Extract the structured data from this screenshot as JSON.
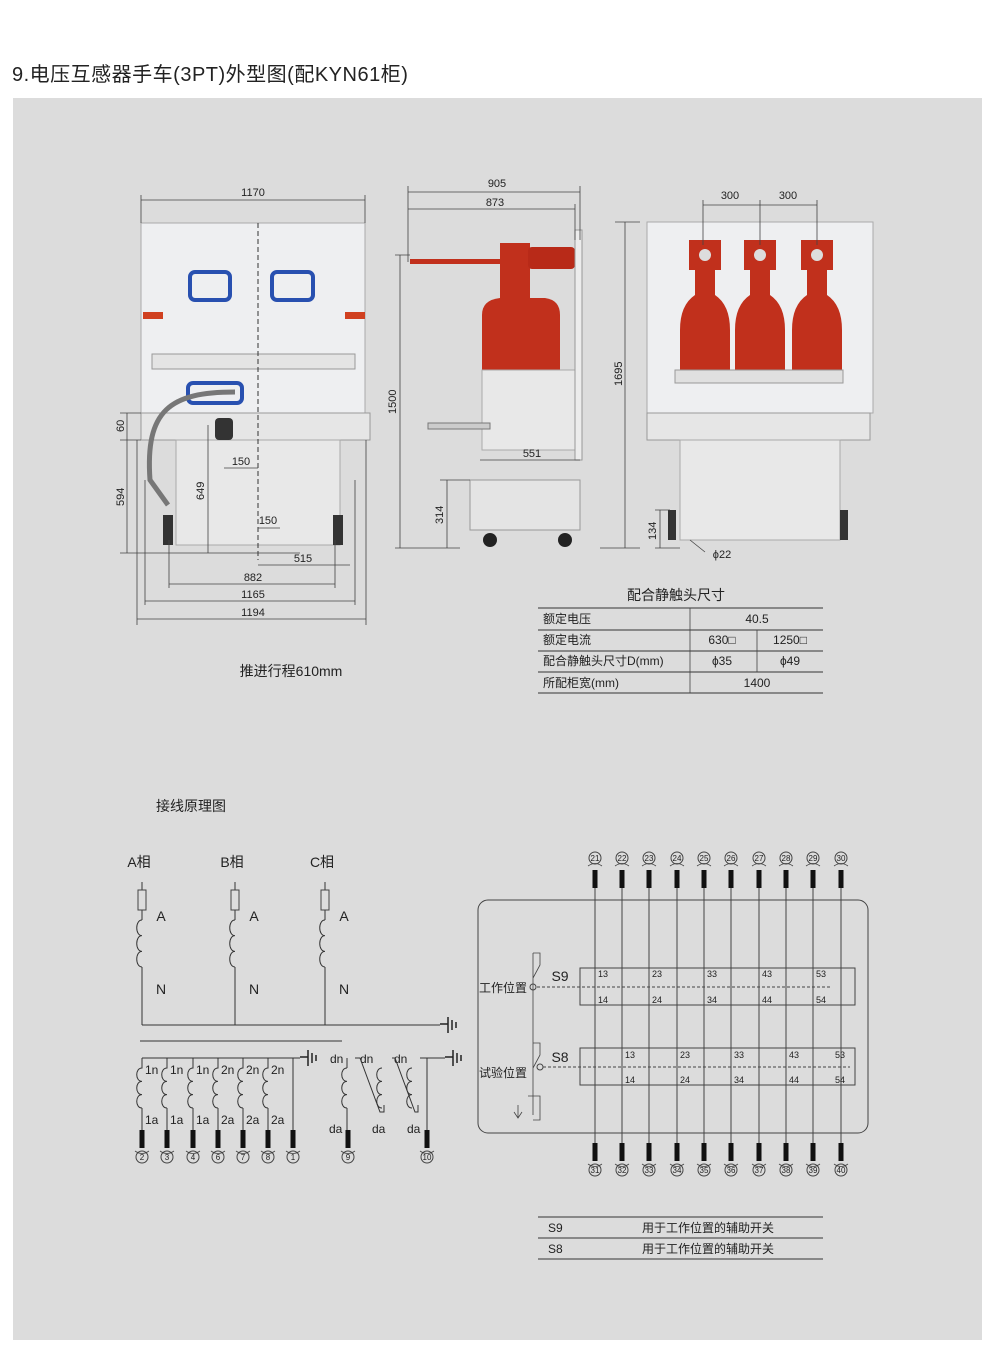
{
  "title": "9.电压互感器手车(3PT)外型图(配KYN61柜)",
  "front_view": {
    "w1170": "1170",
    "d60": "60",
    "d594": "594",
    "d649": "649",
    "d150a": "150",
    "d150b": "150",
    "d515": "515",
    "d882": "882",
    "d1165": "1165",
    "d1194": "1194"
  },
  "side_view": {
    "d905": "905",
    "d873": "873",
    "d1500": "1500",
    "d1695": "1695",
    "d551": "551",
    "d314": "314"
  },
  "rear_view": {
    "d300a": "300",
    "d300b": "300",
    "d134": "134",
    "phi22": "ϕ22"
  },
  "stroke_caption": "推进行程610mm",
  "contact_table": {
    "title": "配合静触头尺寸",
    "rows": [
      {
        "label": "额定电压",
        "v1": "40.5"
      },
      {
        "label": "额定电流",
        "v1": "630□",
        "v2": "1250□"
      },
      {
        "label": "配合静触头尺寸D(mm)",
        "v1": "ϕ35",
        "v2": "ϕ49"
      },
      {
        "label": "所配柜宽(mm)",
        "v1": "1400"
      }
    ]
  },
  "wiring": {
    "title": "接线原理图",
    "phases": [
      "A相",
      "B相",
      "C相"
    ],
    "primary_top": "A",
    "primary_bottom": "N",
    "secondary_n": [
      "1n",
      "1n",
      "1n",
      "2n",
      "2n",
      "2n"
    ],
    "secondary_a": [
      "1a",
      "1a",
      "1a",
      "2a",
      "2a",
      "2a"
    ],
    "secondary_terminals": [
      "2",
      "3",
      "4",
      "6",
      "7",
      "8",
      "1"
    ],
    "open_delta_n": [
      "dn",
      "dn",
      "dn"
    ],
    "open_delta_a": [
      "da",
      "da",
      "da"
    ],
    "open_delta_terminals": [
      "9",
      "10"
    ],
    "top_terminals": [
      "21",
      "22",
      "23",
      "24",
      "25",
      "26",
      "27",
      "28",
      "29",
      "30"
    ],
    "bottom_terminals": [
      "31",
      "32",
      "33",
      "34",
      "35",
      "36",
      "37",
      "38",
      "39",
      "40"
    ],
    "s9": {
      "name": "S9",
      "position": "工作位置",
      "upper": [
        "13",
        "23",
        "33",
        "43",
        "53"
      ],
      "lower": [
        "14",
        "24",
        "34",
        "44",
        "54"
      ]
    },
    "s8": {
      "name": "S8",
      "position": "试验位置",
      "upper": [
        "13",
        "23",
        "33",
        "43",
        "53"
      ],
      "lower": [
        "14",
        "24",
        "34",
        "44",
        "54"
      ]
    }
  },
  "legend": [
    {
      "code": "S9",
      "desc": "用于工作位置的辅助开关"
    },
    {
      "code": "S8",
      "desc": "用于工作位置的辅助开关"
    }
  ],
  "colors": {
    "panel": "#dcdcdc",
    "insulator": "#c1301c",
    "window": "#2850b0"
  }
}
